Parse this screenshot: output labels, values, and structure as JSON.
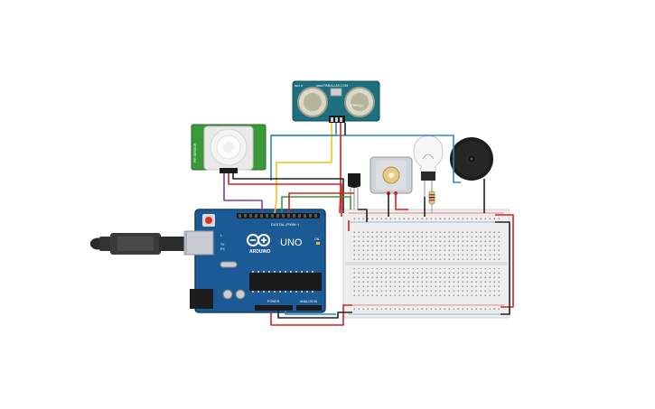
{
  "board": {
    "brand": "ARDUINO",
    "model": "UNO",
    "digital_label": "DIGITAL (PWM~)",
    "power_label": "POWER",
    "analog_label": "ANALOG IN",
    "tx_label": "TX",
    "rx_label": "RX",
    "l_label": "L",
    "on_label": "ON"
  },
  "ultrasonic": {
    "model": "PING)))",
    "website": "www.PARALLAX.COM",
    "rev": "REV B"
  },
  "pir": {
    "side_label": "PIR SENSOR"
  },
  "colors": {
    "board_blue": "#1c5a95",
    "breadboard": "#eeeeee",
    "wire_red": "#d62020",
    "wire_black": "#222222",
    "wire_blue": "#2f86c8",
    "wire_yellow": "#f2c21a",
    "wire_green": "#2e9e3a",
    "wire_purple": "#7b3fa0",
    "pir_green": "#3a9a3a",
    "ping_teal": "#1d6f80"
  }
}
